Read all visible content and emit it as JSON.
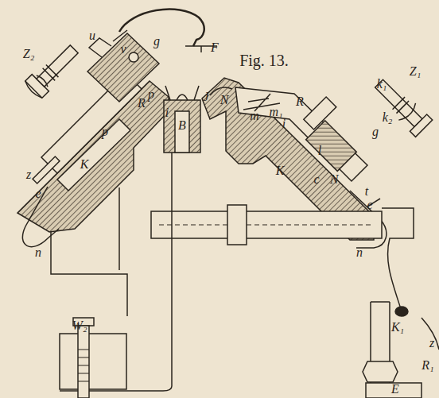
{
  "diagram": {
    "title": "Fig. 13.",
    "labels": [
      "Z₂",
      "u",
      "v",
      "g",
      "F",
      "B",
      "J",
      "N",
      "m",
      "m₁",
      "R",
      "k₁",
      "Z₁",
      "k₂",
      "g",
      "i",
      "l",
      "c",
      "K",
      "N",
      "t",
      "e",
      "n",
      "R",
      "p",
      "i",
      "p",
      "K",
      "z",
      "e",
      "n",
      "W₂",
      "K₁",
      "E",
      "R₁",
      "z"
    ]
  }
}
